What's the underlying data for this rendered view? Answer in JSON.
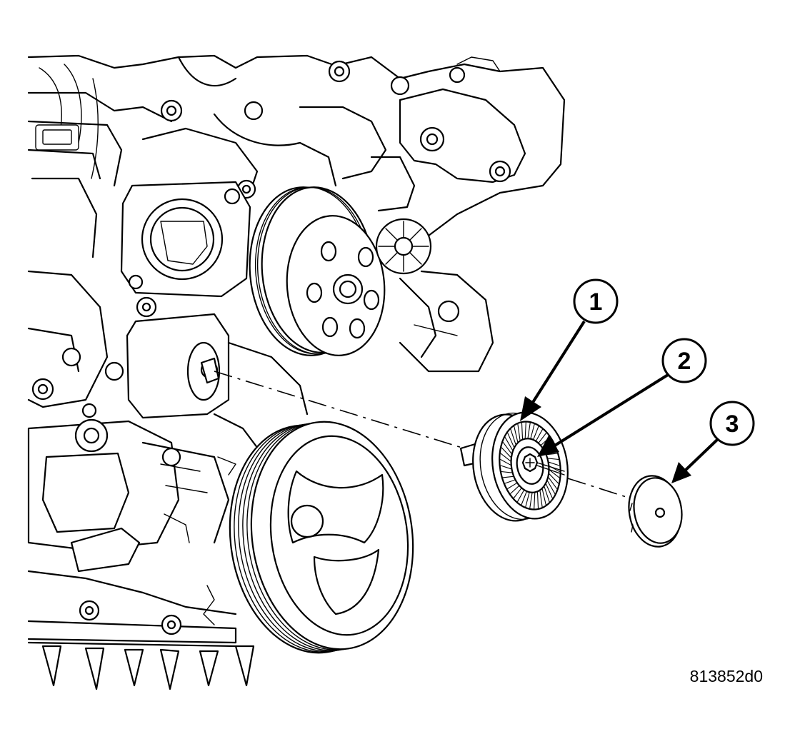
{
  "callouts": [
    {
      "id": "1",
      "label": "1"
    },
    {
      "id": "2",
      "label": "2"
    },
    {
      "id": "3",
      "label": "3"
    }
  ],
  "figure_id": "813852d0"
}
